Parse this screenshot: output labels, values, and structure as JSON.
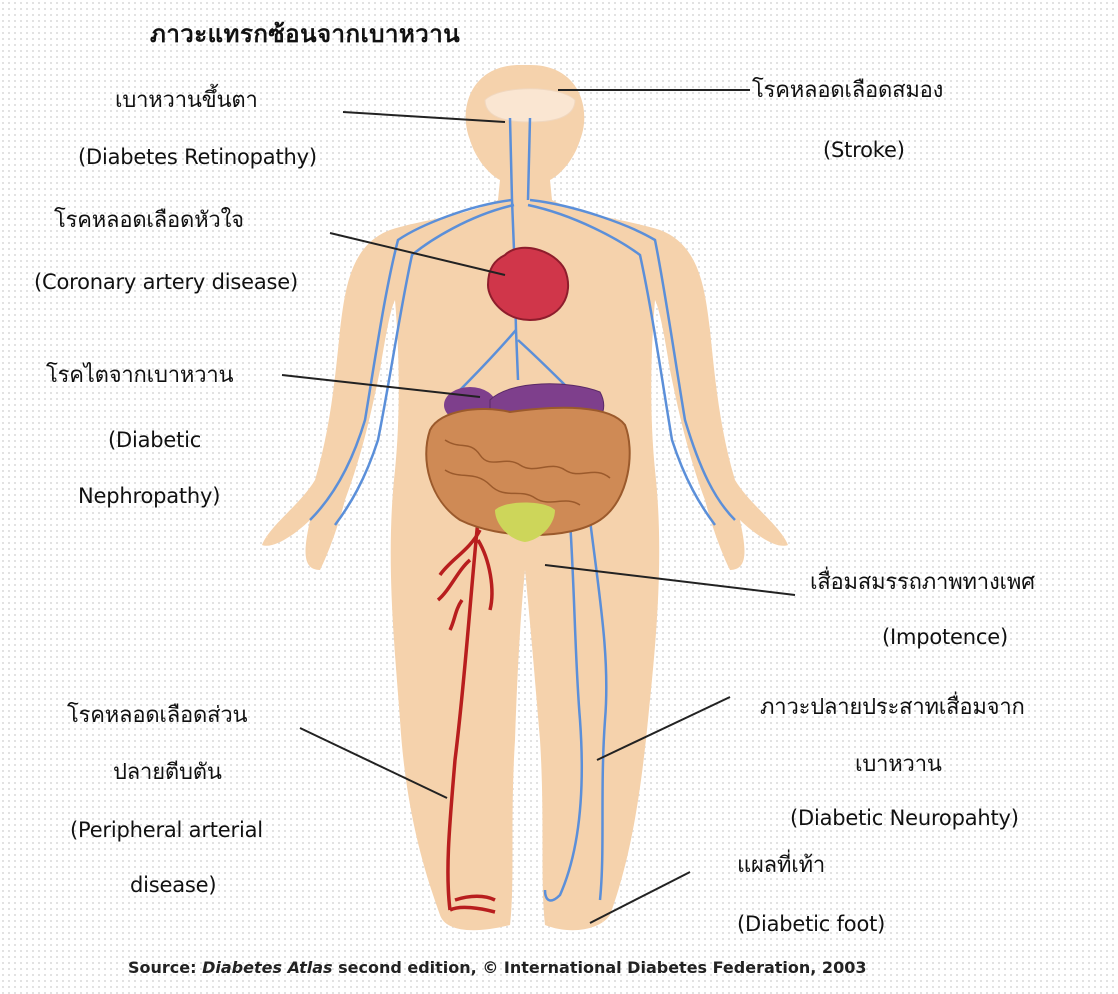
{
  "title": "ภาวะแทรกซ้อนจากเบาหวาน",
  "labels": {
    "retinopathy": {
      "th": "เบาหวานขึ้นตา",
      "en": "(Diabetes Retinopathy)"
    },
    "stroke": {
      "th": "โรคหลอดเลือดสมอง",
      "en": "(Stroke)"
    },
    "coronary": {
      "th": "โรคหลอดเลือดหัวใจ",
      "en": "(Coronary artery disease)"
    },
    "nephropathy": {
      "th": "โรคไตจากเบาหวาน",
      "en1": "(Diabetic",
      "en2": "Nephropathy)"
    },
    "impotence": {
      "th": "เสื่อมสมรรถภาพทางเพศ",
      "en": "(Impotence)"
    },
    "peripheral": {
      "th1": "โรคหลอดเลือดส่วน",
      "th2": "ปลายตีบตัน",
      "en1": "(Peripheral arterial",
      "en2": "disease)"
    },
    "neuropathy": {
      "th1": "ภาวะปลายประสาทเสื่อมจาก",
      "th2": "เบาหวาน",
      "en": "(Diabetic Neuropahty)"
    },
    "foot": {
      "th": "แผลที่เท้า",
      "en": "(Diabetic foot)"
    }
  },
  "source": {
    "prefix": "Source: ",
    "work": "Diabetes Atlas",
    "rest": " second edition, © International Diabetes Federation, 2003"
  },
  "colors": {
    "skin": "#f5d2ac",
    "vein": "#5b8fd9",
    "artery": "#b81e1e",
    "heart": "#d0364a",
    "kidney": "#7e3f8c",
    "intestine": "#cf8a55",
    "bladder": "#cdd65a"
  }
}
